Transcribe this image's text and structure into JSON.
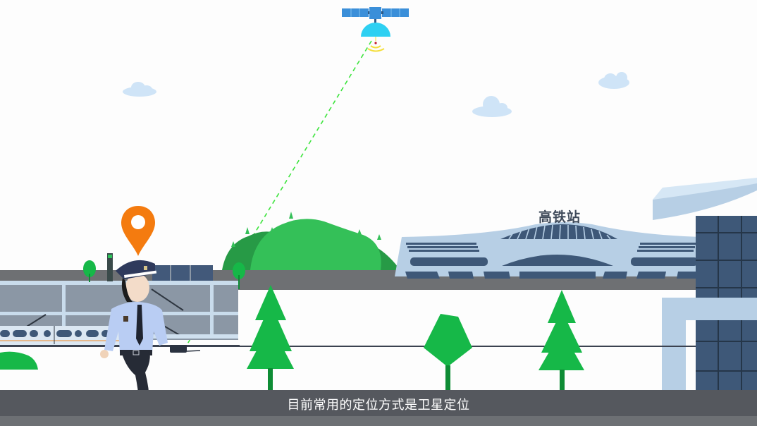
{
  "scene": {
    "description": "Animated explainer: police officer with handheld device located via satellite near high-speed rail station",
    "station_sign": "高铁站",
    "subtitle": "目前常用的定位方式是卫星定位",
    "icons": {
      "satellite": "satellite-icon",
      "location_pin": "location-pin-icon",
      "officer": "police-officer-figure",
      "device": "handheld-gps-device"
    },
    "colors": {
      "sky": "#fdfdfd",
      "cloud": "#cfe4f7",
      "satellite_panel": "#3b8fd9",
      "satellite_dish": "#2ed0f2",
      "signal_waves": "#f4de3a",
      "signal_line": "#3ee43e",
      "pin": "#f47b0f",
      "hill_light": "#34c058",
      "hill_dark": "#279a46",
      "tree": "#16b848",
      "tree_trunk": "#0e8c35",
      "road": "#6e7073",
      "station_light": "#b7cfe5",
      "station_dark": "#3e5878",
      "subtitle_bar": "#55585e"
    }
  }
}
